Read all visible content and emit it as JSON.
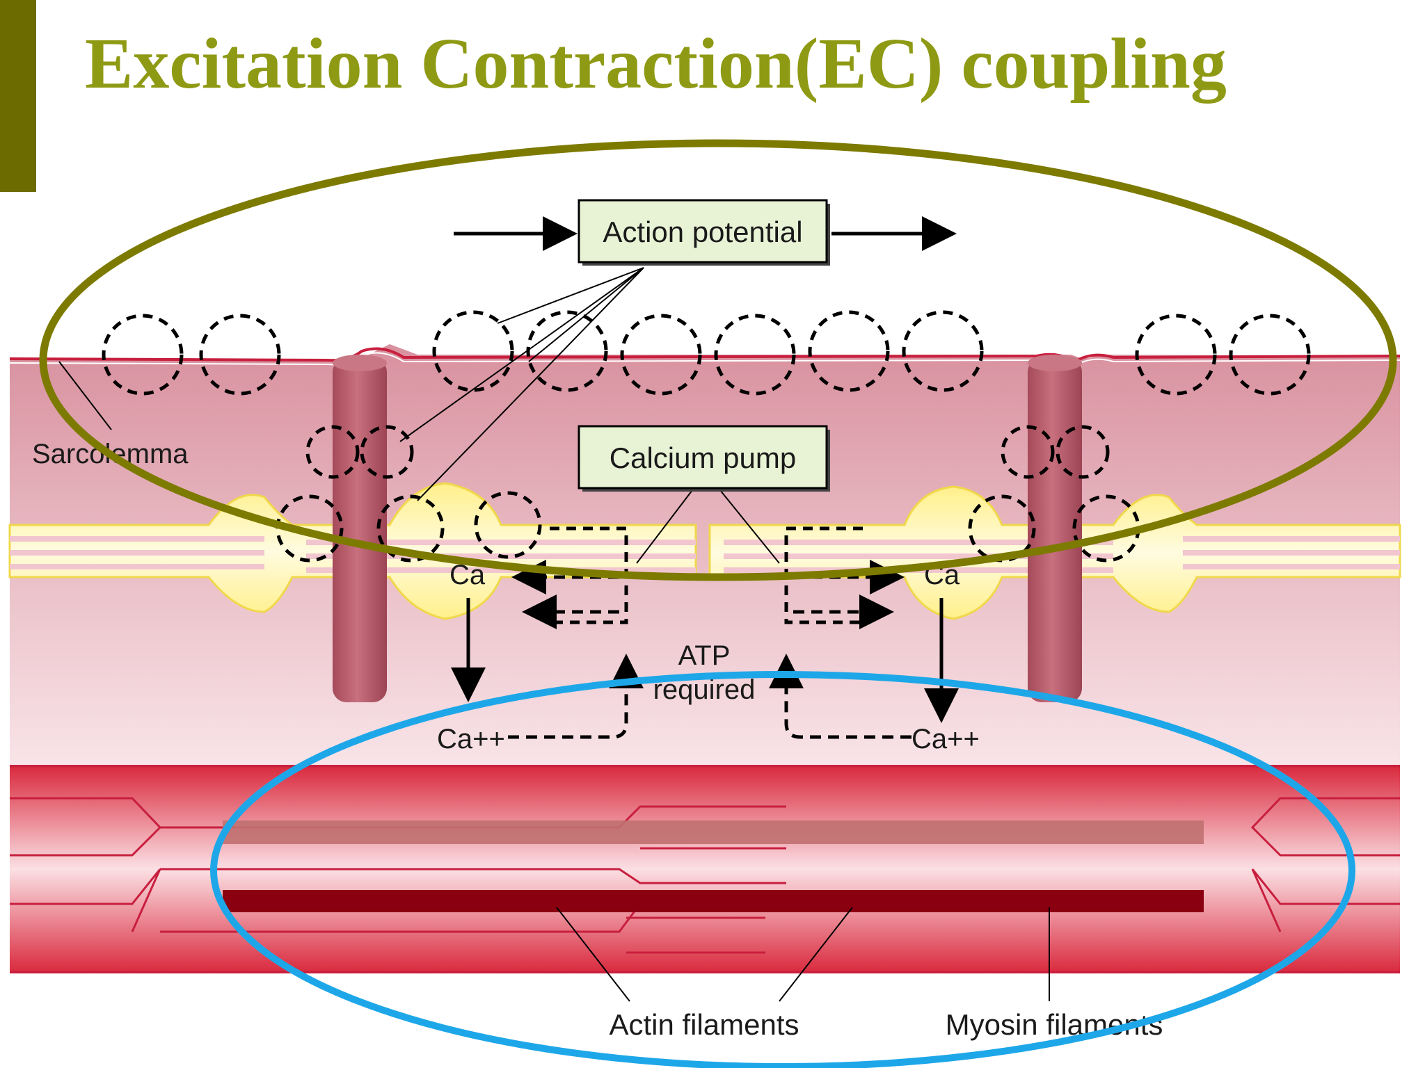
{
  "slide": {
    "title": "Excitation Contraction(EC) coupling"
  },
  "diagram": {
    "labels": {
      "action_potential": "Action potential",
      "calcium_pump": "Calcium pump",
      "sarcolemma": "Sarcolemma",
      "ca_left": "Ca",
      "ca_right": "Ca",
      "ca_ions_left": "Ca++",
      "ca_ions_right": "Ca++",
      "atp": "ATP",
      "required": "required",
      "actin_filaments": "Actin filaments",
      "myosin_filaments": "Myosin filaments"
    },
    "colors": {
      "title": "#8f9a14",
      "accent_bar": "#6b6b00",
      "highlight_upper_ellipse": "#7d7a00",
      "highlight_lower_ellipse": "#1ea7e8",
      "cytoplasm": "#e7b6c0",
      "t_tubule": "#b9616f",
      "sarcoplasmic_reticulum": "#fff4b0",
      "myofibril": "#e23a4a",
      "myosin": "#8a0010",
      "actin": "#c07070"
    }
  }
}
